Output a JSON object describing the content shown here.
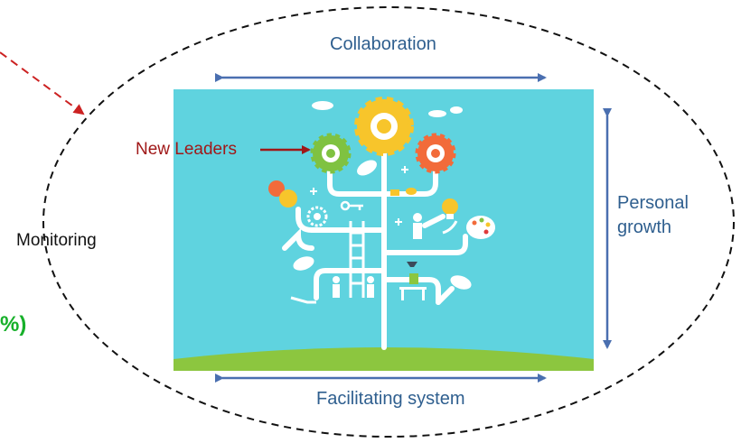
{
  "labels": {
    "collaboration": "Collaboration",
    "facilitating_system": "Facilitating system",
    "personal_growth_line1": "Personal",
    "personal_growth_line2": "growth",
    "monitoring": "Monitoring",
    "new_leaders": "New Leaders",
    "cropped_fragment": "%)"
  },
  "colors": {
    "axis_arrow": "#4a6fb0",
    "label_blue": "#2f5f8f",
    "new_leaders_red": "#a01818",
    "dashed_pointer": "#cc2222",
    "illustration_sky": "#5fd3df",
    "grass": "#8cc63f",
    "gear_yellow": "#f7c52b",
    "gear_green": "#7fc241",
    "gear_orange": "#f26b3a",
    "fragment_green": "#17b02a"
  },
  "icons": [
    "gear-icon",
    "lightbulb-icon",
    "speech-bubble-icon",
    "key-icon",
    "ladder-icon",
    "palette-icon",
    "person-icon",
    "leaf-icon",
    "cloud-icon"
  ]
}
